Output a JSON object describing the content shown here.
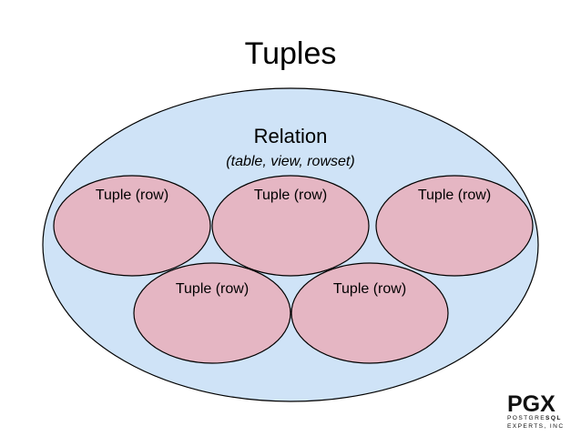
{
  "slide": {
    "title": "Tuples"
  },
  "relation": {
    "label": "Relation",
    "sublabel": "(table, view, rowset)",
    "fill_color": "#cfe3f7",
    "stroke_color": "#000000"
  },
  "tuples": [
    {
      "label": "Tuple (row)"
    },
    {
      "label": "Tuple (row)"
    },
    {
      "label": "Tuple (row)"
    },
    {
      "label": "Tuple (row)"
    },
    {
      "label": "Tuple (row)"
    }
  ],
  "tuple_style": {
    "fill_color": "#e5b6c3",
    "stroke_color": "#000000"
  },
  "logo": {
    "mark_pg": "PG",
    "mark_x": "X",
    "line1_a": "POSTGRE",
    "line1_b": "SQL",
    "line2": "EXPERTS, INC"
  }
}
